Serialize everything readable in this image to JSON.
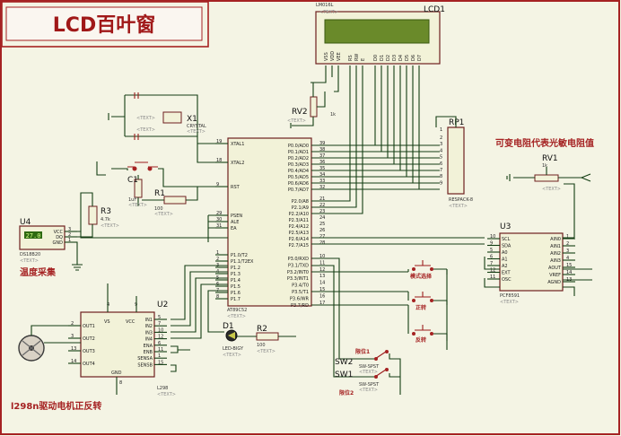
{
  "title": "LCD百叶窗",
  "notes": {
    "variable_resistor": "可变电阻代表光敏电阻值",
    "temperature": "温度采集",
    "motor": "l298n驱动电机正反转"
  },
  "lcd": {
    "ref": "LCD1",
    "model": "LM016L",
    "text": "<TEXT>",
    "pins": [
      "VSS",
      "VDD",
      "VEE",
      "RS",
      "RW",
      "E",
      "D0",
      "D1",
      "D2",
      "D3",
      "D4",
      "D5",
      "D6",
      "D7"
    ]
  },
  "mcu": {
    "model": "AT89C52",
    "text": "<TEXT>",
    "left_pins": [
      {
        "name": "XTAL1",
        "num": "19"
      },
      {
        "name": "XTAL2",
        "num": "18"
      },
      {
        "name": "RST",
        "num": "9"
      },
      {
        "name": "PSEN",
        "num": "29"
      },
      {
        "name": "ALE",
        "num": "30"
      },
      {
        "name": "EA",
        "num": "31"
      },
      {
        "name": "P1.0/T2",
        "num": "1"
      },
      {
        "name": "P1.1/T2EX",
        "num": "2"
      },
      {
        "name": "P1.2",
        "num": "3"
      },
      {
        "name": "P1.3",
        "num": "4"
      },
      {
        "name": "P1.4",
        "num": "5"
      },
      {
        "name": "P1.5",
        "num": "6"
      },
      {
        "name": "P1.6",
        "num": "7"
      },
      {
        "name": "P1.7",
        "num": "8"
      }
    ],
    "right_pins": [
      {
        "name": "P0.0/AD0",
        "num": "39"
      },
      {
        "name": "P0.1/AD1",
        "num": "38"
      },
      {
        "name": "P0.2/AD2",
        "num": "37"
      },
      {
        "name": "P0.3/AD3",
        "num": "36"
      },
      {
        "name": "P0.4/AD4",
        "num": "35"
      },
      {
        "name": "P0.5/AD5",
        "num": "34"
      },
      {
        "name": "P0.6/AD6",
        "num": "33"
      },
      {
        "name": "P0.7/AD7",
        "num": "32"
      },
      {
        "name": "P2.0/A8",
        "num": "21"
      },
      {
        "name": "P2.1/A9",
        "num": "22"
      },
      {
        "name": "P2.2/A10",
        "num": "23"
      },
      {
        "name": "P2.3/A11",
        "num": "24"
      },
      {
        "name": "P2.4/A12",
        "num": "25"
      },
      {
        "name": "P2.5/A13",
        "num": "26"
      },
      {
        "name": "P2.6/A14",
        "num": "27"
      },
      {
        "name": "P2.7/A15",
        "num": "28"
      },
      {
        "name": "P3.0/RXD",
        "num": "10"
      },
      {
        "name": "P3.1/TXD",
        "num": "11"
      },
      {
        "name": "P3.2/INT0",
        "num": "12"
      },
      {
        "name": "P3.3/INT1",
        "num": "13"
      },
      {
        "name": "P3.4/T0",
        "num": "14"
      },
      {
        "name": "P3.5/T1",
        "num": "15"
      },
      {
        "name": "P3.6/WR",
        "num": "16"
      },
      {
        "name": "P3.7/RD",
        "num": "17"
      }
    ]
  },
  "x1": {
    "ref": "X1",
    "model": "CRYSTAL",
    "text": "<TEXT>"
  },
  "cap_text": "<TEXT>",
  "c1": {
    "ref": "C1",
    "value": "1uF",
    "text": "<TEXT>"
  },
  "r1": {
    "ref": "R1",
    "value": "100",
    "text": "<TEXT>"
  },
  "r2": {
    "ref": "R2",
    "value": "100",
    "text": "<TEXT>"
  },
  "r3": {
    "ref": "R3",
    "value": "4.7k",
    "text": "<TEXT>"
  },
  "rv1": {
    "ref": "RV1",
    "value": "1k",
    "text": "<TEXT>"
  },
  "rv2": {
    "ref": "RV2",
    "value": "1k",
    "text": "<TEXT>"
  },
  "rp1": {
    "ref": "RP1",
    "model": "RESPACK-8",
    "text": "<TEXT>",
    "pins": [
      "1",
      "2",
      "3",
      "4",
      "5",
      "6",
      "7",
      "8",
      "9"
    ]
  },
  "u3": {
    "ref": "U3",
    "model": "PCF8591",
    "text": "<TEXT>",
    "left_pins": [
      {
        "name": "SCL",
        "num": "10"
      },
      {
        "name": "SDA",
        "num": "9"
      },
      {
        "name": "A0",
        "num": "5"
      },
      {
        "name": "A1",
        "num": "6"
      },
      {
        "name": "A2",
        "num": "7"
      },
      {
        "name": "EXT",
        "num": "12"
      },
      {
        "name": "OSC",
        "num": "11"
      }
    ],
    "right_pins": [
      {
        "name": "AIN0",
        "num": "1"
      },
      {
        "name": "AIN1",
        "num": "2"
      },
      {
        "name": "AIN2",
        "num": "3"
      },
      {
        "name": "AIN3",
        "num": "4"
      },
      {
        "name": "AOUT",
        "num": "15"
      },
      {
        "name": "VREF",
        "num": "14"
      },
      {
        "name": "AGND",
        "num": "13"
      }
    ]
  },
  "u4": {
    "ref": "U4",
    "model": "DS18B20",
    "text": "<TEXT>",
    "reading": "27.0",
    "pins": [
      {
        "name": "VCC",
        "num": "3"
      },
      {
        "name": "DQ",
        "num": "2"
      },
      {
        "name": "GND",
        "num": "1"
      }
    ]
  },
  "u2": {
    "ref": "U2",
    "model": "L298",
    "text": "<TEXT>",
    "left_pins": [
      {
        "name": "OUT1",
        "num": "2"
      },
      {
        "name": "OUT2",
        "num": "3"
      },
      {
        "name": "OUT3",
        "num": "13"
      },
      {
        "name": "OUT4",
        "num": "14"
      }
    ],
    "right_pins": [
      {
        "name": "IN1",
        "num": "5"
      },
      {
        "name": "IN2",
        "num": "7"
      },
      {
        "name": "IN3",
        "num": "10"
      },
      {
        "name": "IN4",
        "num": "12"
      },
      {
        "name": "ENA",
        "num": "6"
      },
      {
        "name": "ENB",
        "num": "11"
      },
      {
        "name": "SENSA",
        "num": "1"
      },
      {
        "name": "SENSB",
        "num": "15"
      }
    ],
    "vs": "VS",
    "vcc": "VCC",
    "gnd": "GND",
    "vs_num": "4",
    "vcc_num": "9",
    "gnd_num": "8"
  },
  "d1": {
    "ref": "D1",
    "model": "LED-BIGY",
    "text": "<TEXT>"
  },
  "buttons": [
    {
      "label": "模式选择"
    },
    {
      "label": "正转"
    },
    {
      "label": "反转"
    }
  ],
  "switches": [
    {
      "ref": "SW2",
      "model": "SW-SPST",
      "text": "<TEXT>",
      "label": "限位1"
    },
    {
      "ref": "SW1",
      "model": "SW-SPST",
      "text": "<TEXT>",
      "label": "限位2"
    }
  ],
  "colors": {
    "background": "#f4f4e4",
    "wire": "#133d13",
    "border": "#a52222",
    "lcd_screen": "#6a8a2a"
  }
}
